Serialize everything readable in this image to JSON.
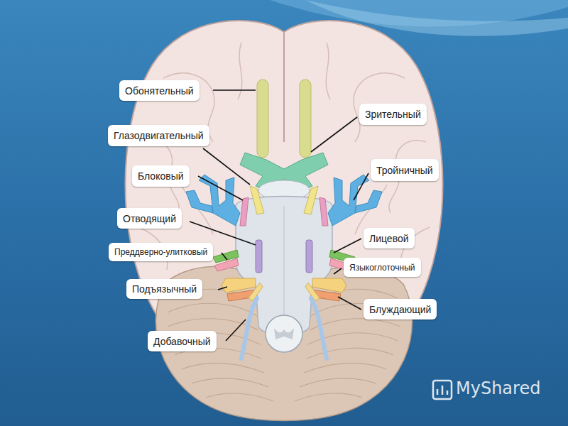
{
  "diagram": {
    "nodes": [
      {
        "text": [
          "Обонятельный"
        ]
      },
      {
        "text": [
          "Зрительный"
        ]
      },
      {
        "text": [
          "Глазодвигательный"
        ]
      },
      {
        "text": [
          "Тройничный"
        ]
      },
      {
        "text": [
          "Блоковый"
        ]
      },
      {
        "text": [
          "Отводящий"
        ]
      },
      {
        "text": [
          "Лицевой"
        ]
      },
      {
        "text": [
          "Преддверно-улитковый"
        ]
      },
      {
        "text": [
          "Языкоглоточный"
        ]
      },
      {
        "text": [
          "Подъязычный"
        ]
      },
      {
        "text": [
          "Блуждающий"
        ]
      },
      {
        "text": [
          "Добавочный"
        ]
      }
    ],
    "labels": [
      "MyShared"
    ]
  }
}
